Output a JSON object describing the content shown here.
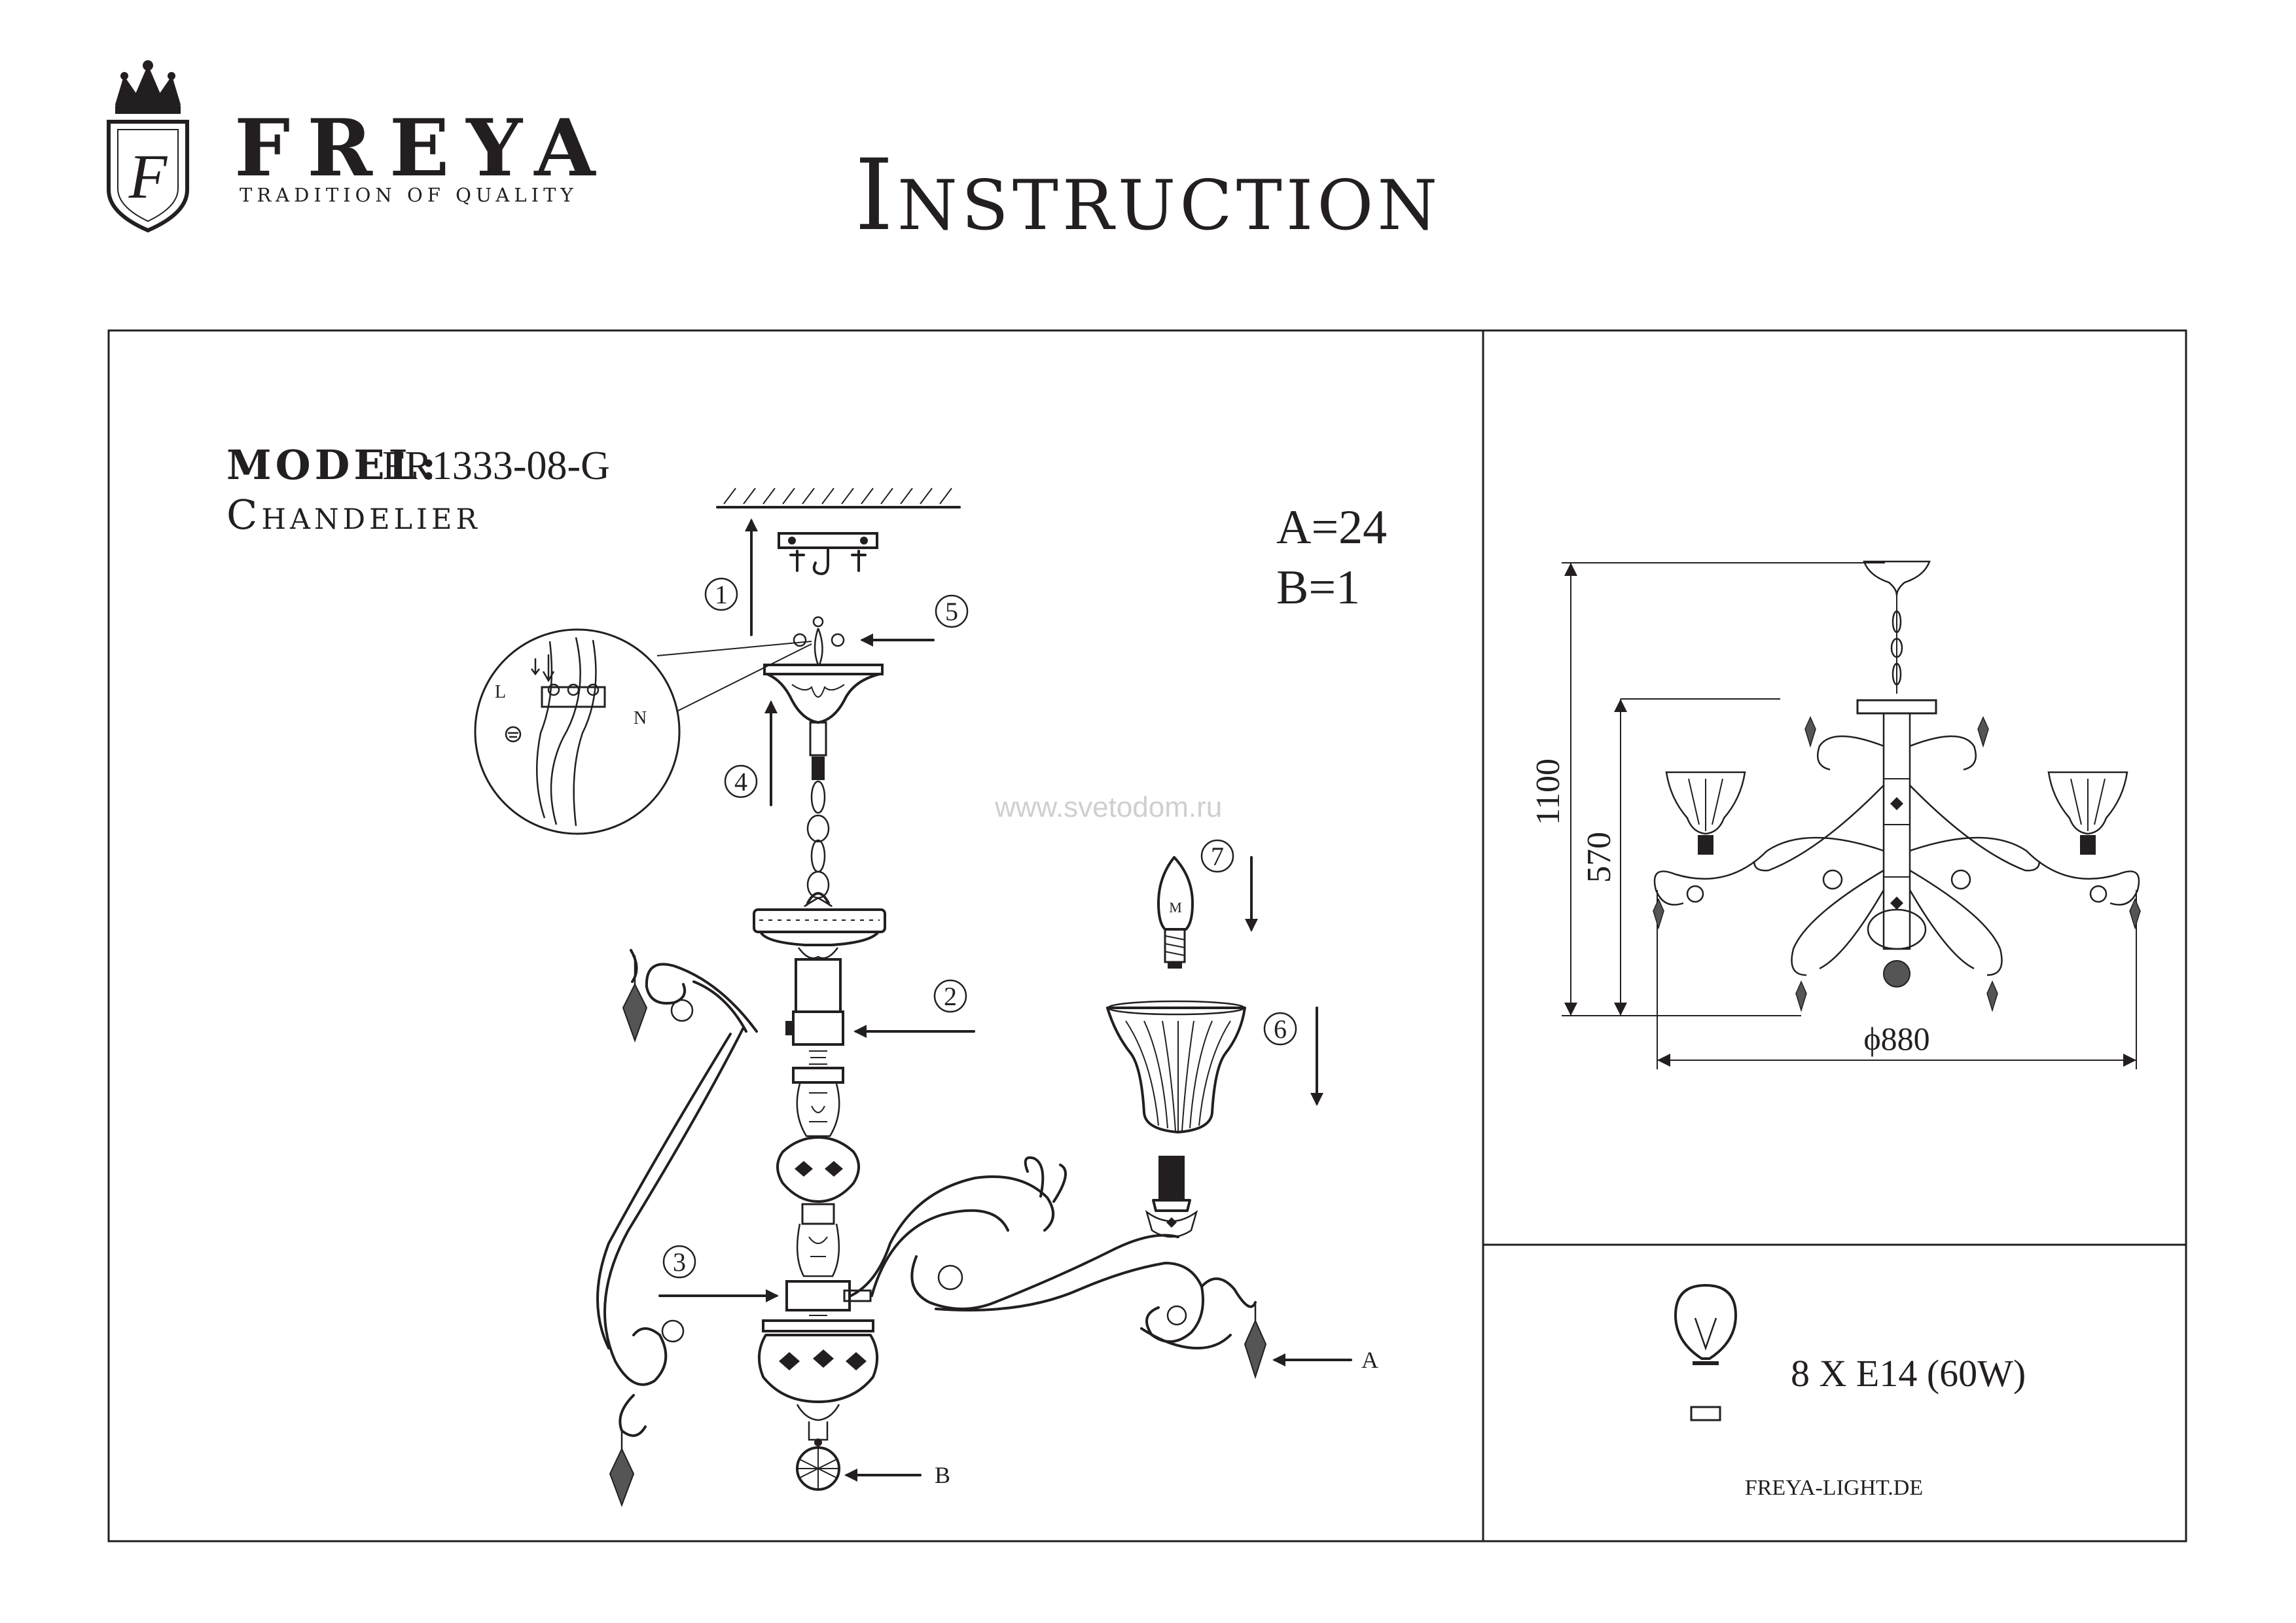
{
  "brand": {
    "name": "FREYA",
    "tagline": "TRADITION OF QUALITY",
    "logo_letter": "F"
  },
  "header": {
    "title": "Instruction"
  },
  "model": {
    "label": "MODEL:",
    "number": "FR1333-08-G",
    "type": "Chandelier"
  },
  "parts": {
    "a": "A=24",
    "b": "B=1"
  },
  "steps": [
    "1",
    "2",
    "3",
    "4",
    "5",
    "6",
    "7"
  ],
  "wiring": {
    "live": "L",
    "neutral": "N"
  },
  "callouts": {
    "a": "A",
    "b": "B"
  },
  "lamp": {
    "bulb_mark": "M"
  },
  "watermark": "www.svetodom.ru",
  "dimensions": {
    "height": "1100",
    "drop": "570",
    "diameter": "ϕ880"
  },
  "bulb_spec": "8 X E14 (60W)",
  "website": "FREYA-LIGHT.DE"
}
